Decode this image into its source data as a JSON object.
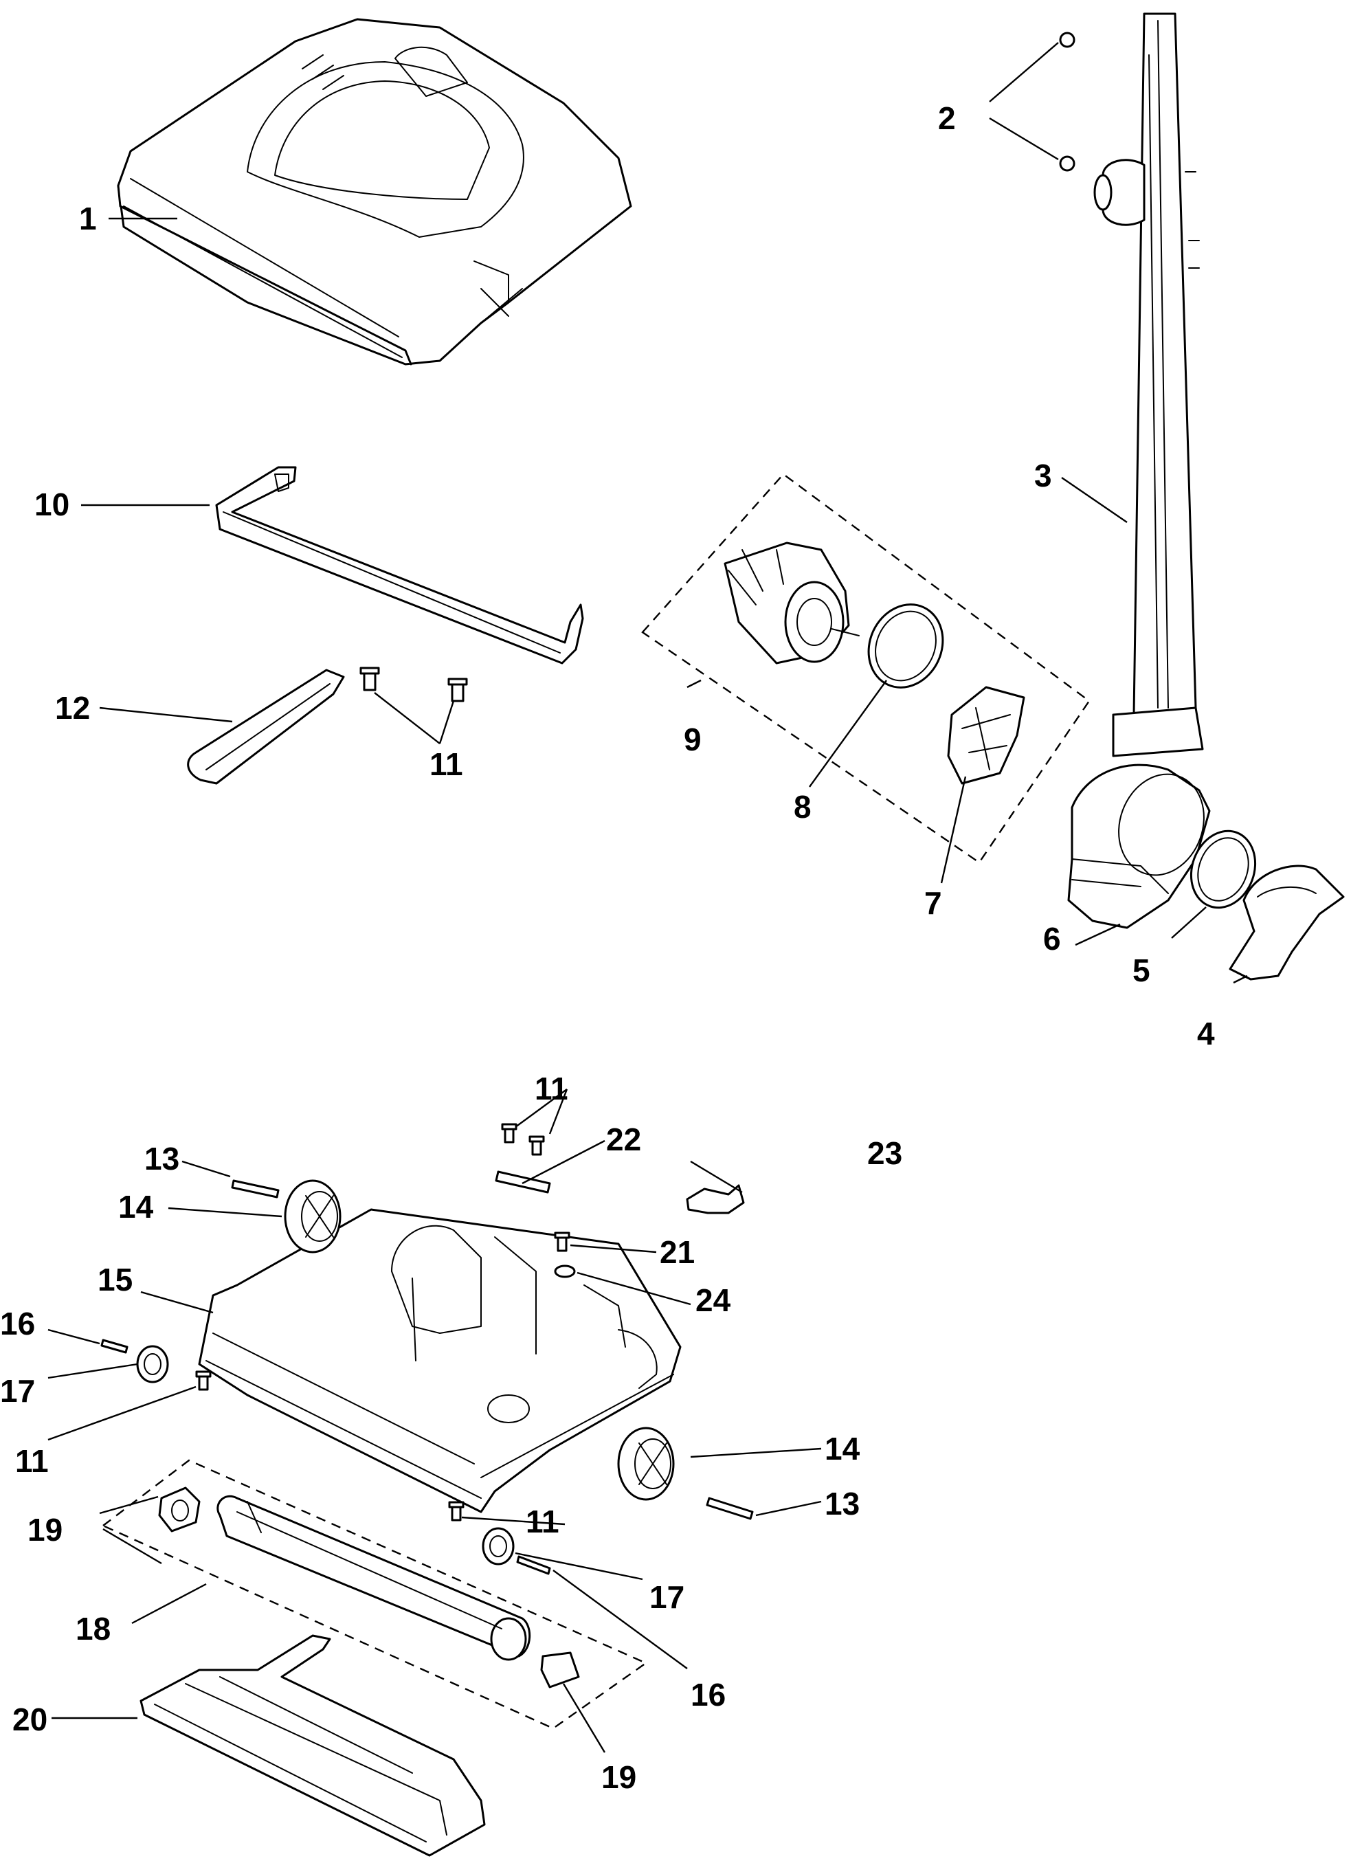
{
  "callouts": {
    "c1": "1",
    "c2": "2",
    "c3": "3",
    "c4": "4",
    "c5": "5",
    "c6": "6",
    "c7": "7",
    "c8": "8",
    "c9": "9",
    "c10": "10",
    "c11a": "11",
    "c11b": "11",
    "c11c": "11",
    "c11d": "11",
    "c12": "12",
    "c13a": "13",
    "c13b": "13",
    "c14a": "14",
    "c14b": "14",
    "c15": "15",
    "c16a": "16",
    "c16b": "16",
    "c17a": "17",
    "c17b": "17",
    "c18": "18",
    "c19a": "19",
    "c19b": "19",
    "c20": "20",
    "c21": "21",
    "c22": "22",
    "c23": "23",
    "c24": "24"
  },
  "colors": {
    "line": "#000000",
    "background": "#ffffff",
    "shade": "#e6e6e6"
  }
}
